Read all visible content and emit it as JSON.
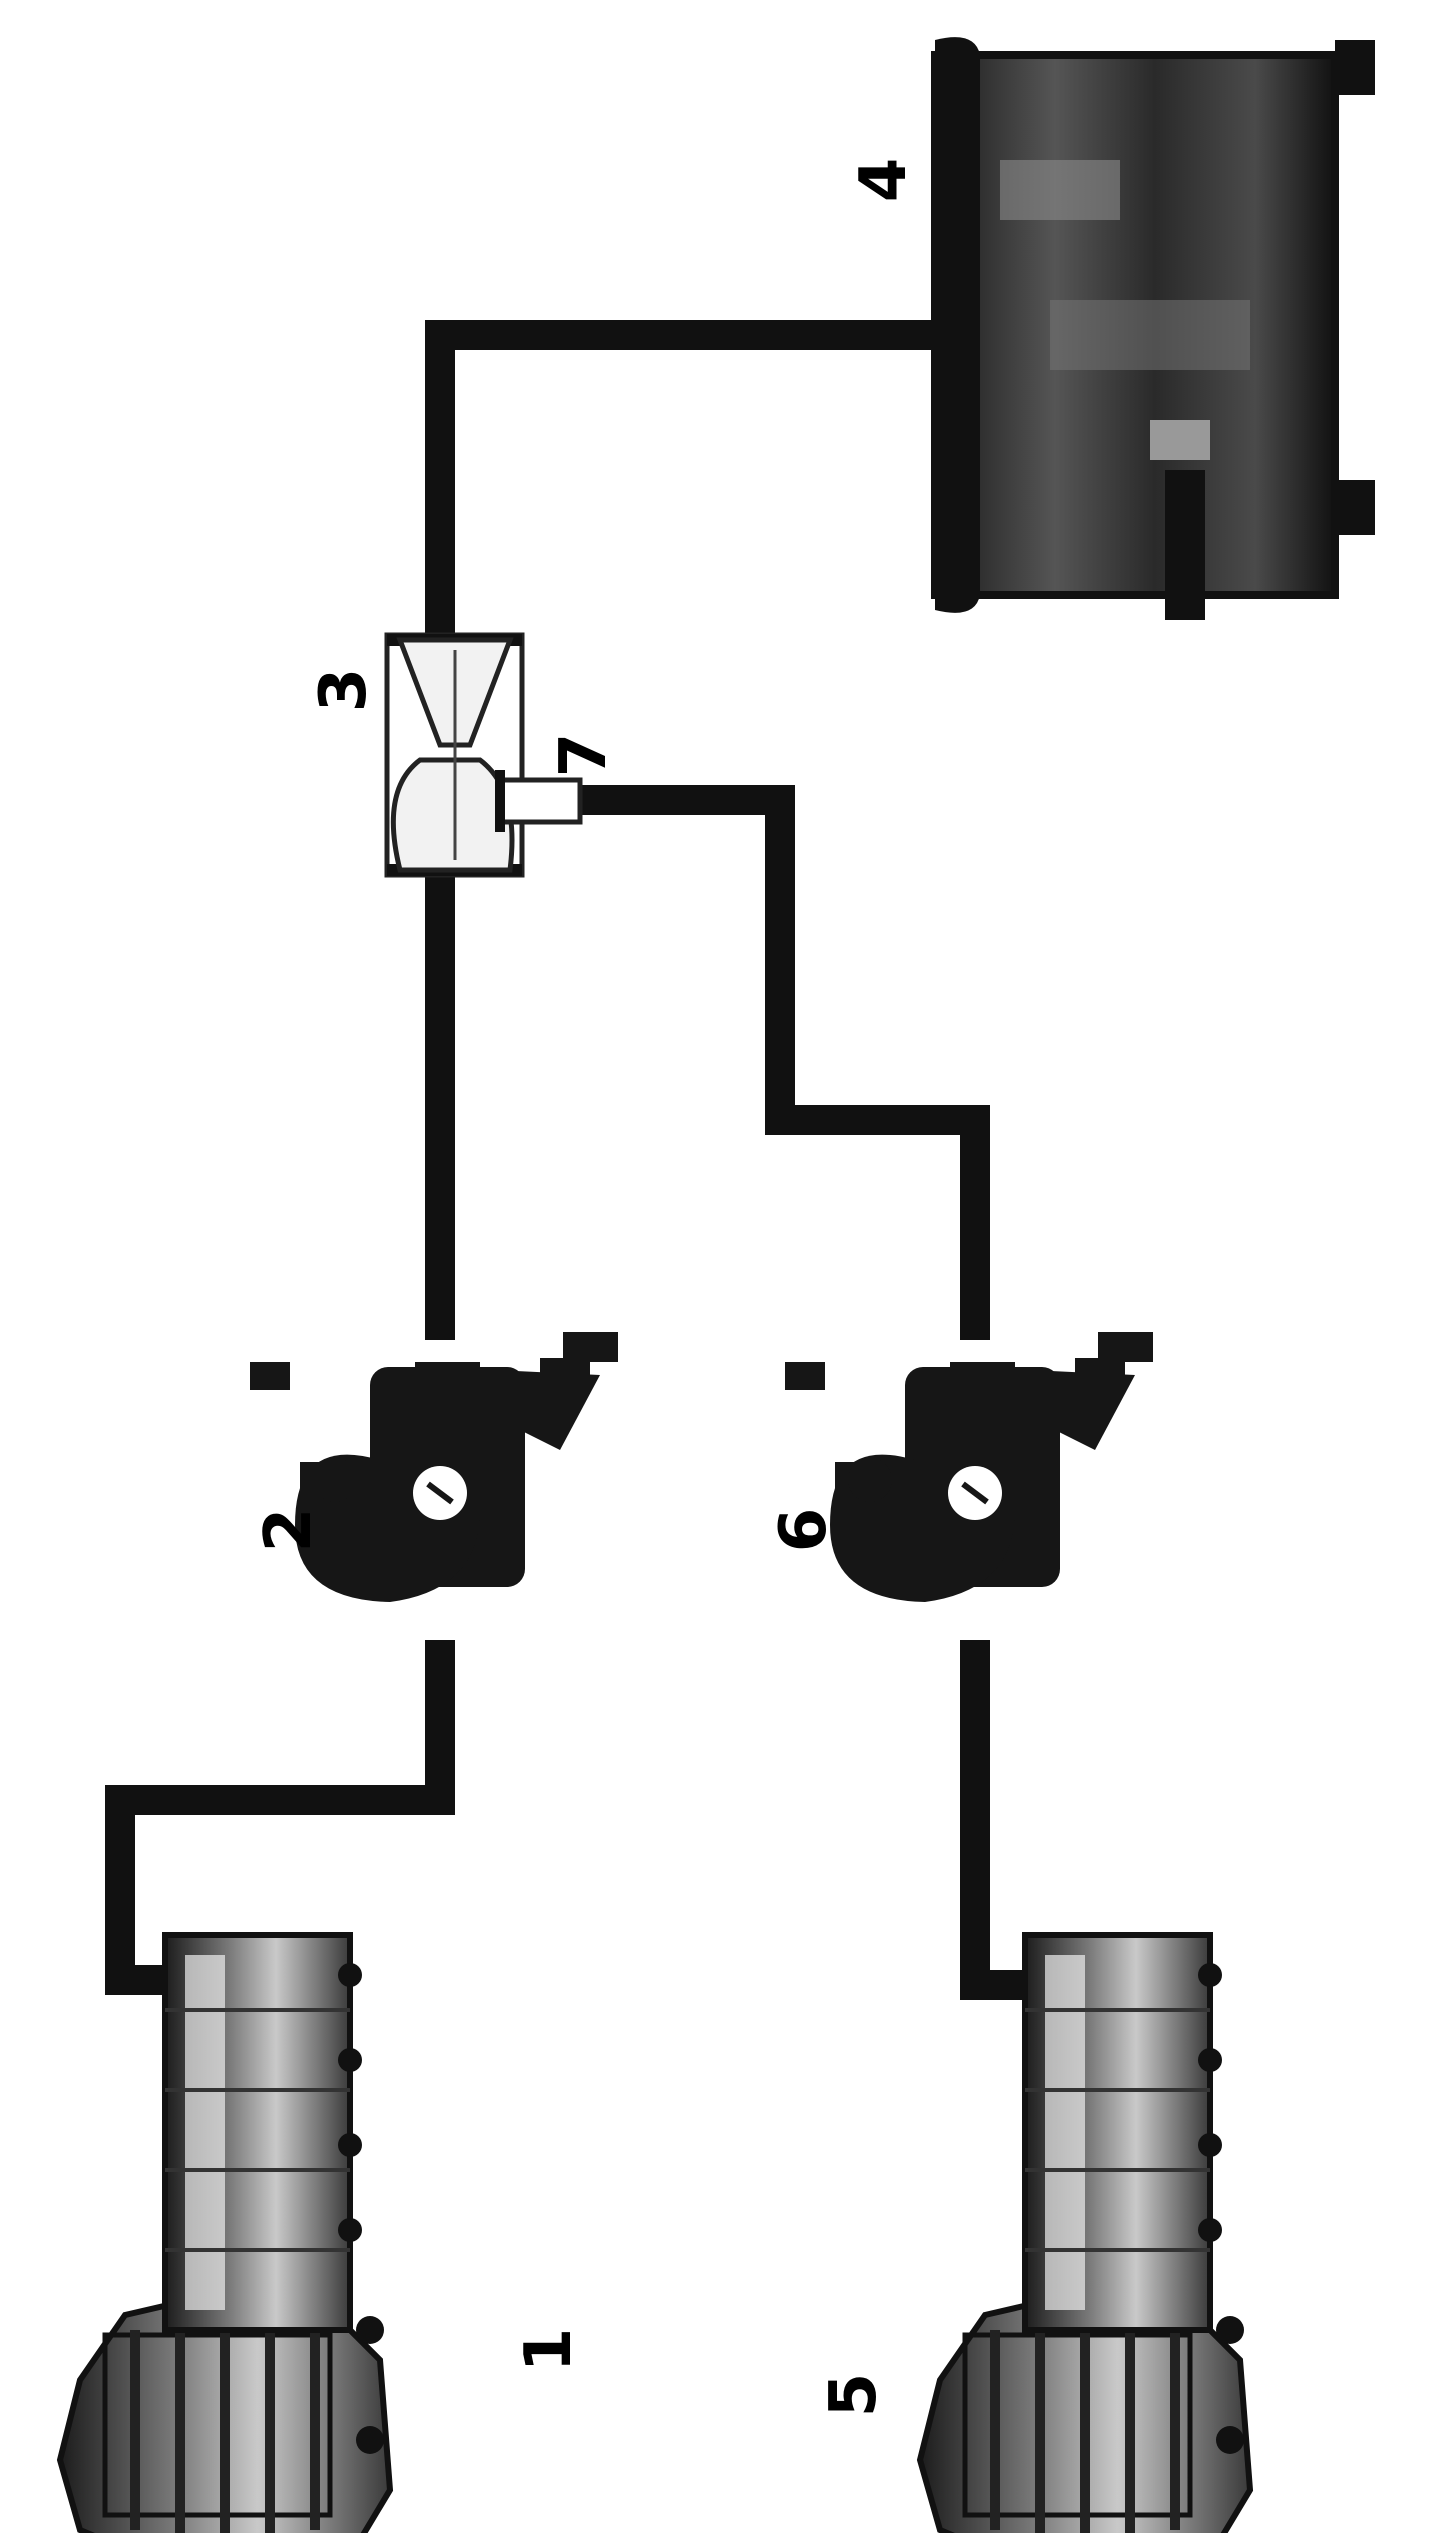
{
  "labels": {
    "engine_1": "1",
    "pump_2": "2",
    "ejector_3": "3",
    "tank_4": "4",
    "engine_5": "5",
    "pump_6": "6",
    "port_7": "7"
  },
  "colors": {
    "pipe": "#111111",
    "body": "#161616",
    "engine_dark": "#1c1c1c",
    "engine_mid": "#7a7a7a",
    "engine_light": "#c9c9c9",
    "tank_dark": "#1a1a1a",
    "tank_mid": "#555555",
    "ejector_outline": "#222222",
    "background": "#ffffff"
  },
  "icons": {
    "engine_1": "engine-icon",
    "engine_5": "engine-icon",
    "pump_2": "pump-icon",
    "pump_6": "pump-icon",
    "ejector_3": "ejector-icon",
    "tank_4": "tank-icon"
  }
}
